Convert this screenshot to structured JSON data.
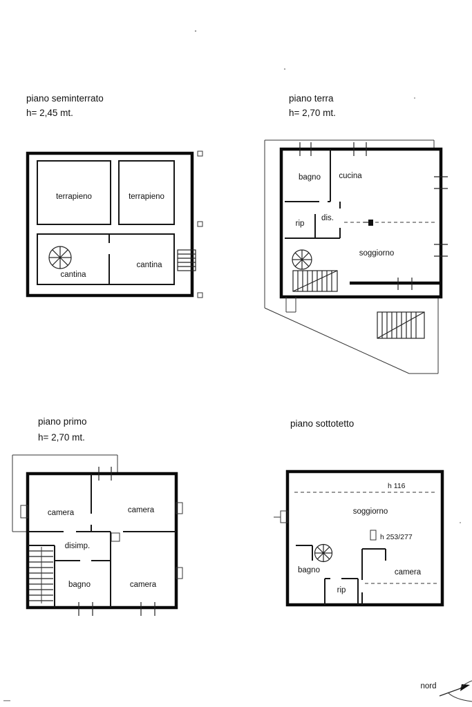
{
  "colors": {
    "ink": "#111111",
    "paper": "#ffffff"
  },
  "plans": {
    "seminterrato": {
      "title": "piano seminterrato",
      "height_note": "h= 2,45 mt.",
      "rooms": {
        "terrapieno_left": "terrapieno",
        "terrapieno_right": "terrapieno",
        "cantina_left": "cantina",
        "cantina_right": "cantina"
      }
    },
    "terra": {
      "title": "piano terra",
      "height_note": "h= 2,70 mt.",
      "rooms": {
        "bagno": "bagno",
        "cucina": "cucina",
        "rip": "rip",
        "dis": "dis.",
        "soggiorno": "soggiorno"
      }
    },
    "primo": {
      "title": "piano primo",
      "height_note": "h= 2,70 mt.",
      "rooms": {
        "camera_nw": "camera",
        "camera_ne": "camera",
        "disimp": "disimp.",
        "bagno": "bagno",
        "camera_se": "camera"
      }
    },
    "sottotetto": {
      "title": "piano sottotetto",
      "rooms": {
        "soggiorno": "soggiorno",
        "bagno": "bagno",
        "rip": "rip",
        "camera": "camera"
      },
      "annotations": {
        "h_ridge": "h 116",
        "h_span": "h 253/277"
      }
    }
  },
  "compass": {
    "label": "nord"
  }
}
